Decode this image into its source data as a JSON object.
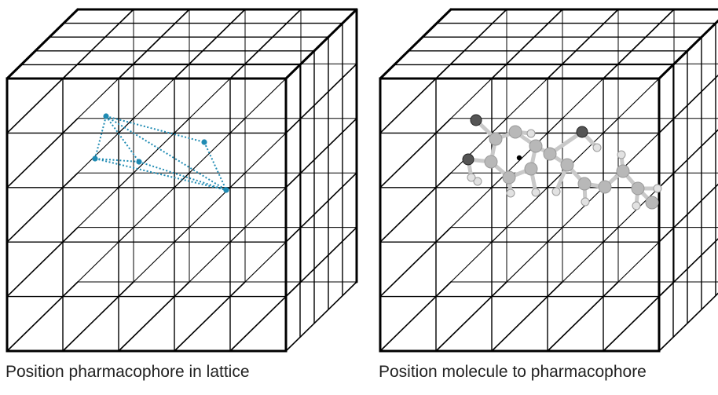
{
  "panels": [
    {
      "caption": "Position pharmacophore in lattice"
    },
    {
      "caption": "Position molecule to pharmacophore"
    }
  ],
  "lattice": {
    "divisions": 5,
    "line_color": "#000000"
  },
  "pharmacophore": {
    "color": "#1f8bb3"
  },
  "molecule": {
    "atom_color": "#b8b8b8",
    "hetero_color": "#555555",
    "center_color": "#000000"
  }
}
